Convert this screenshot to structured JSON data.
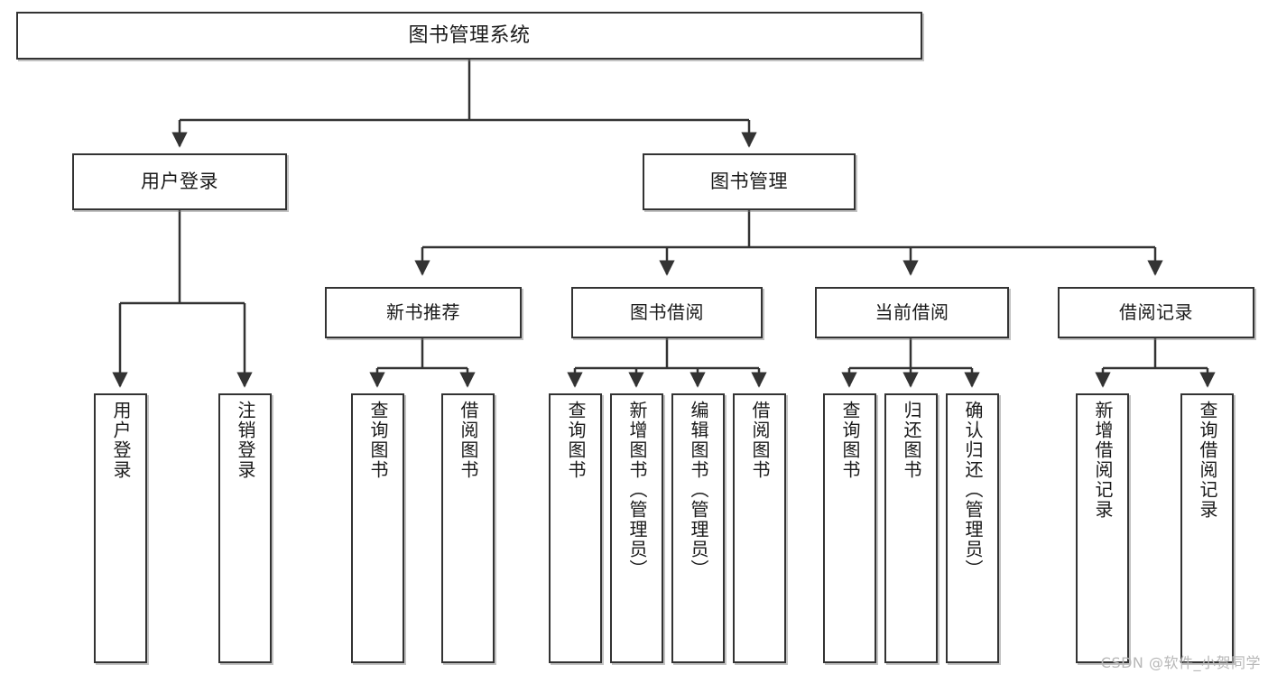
{
  "diagram": {
    "type": "tree-hierarchy",
    "title": "图书管理系统",
    "watermark": "CSDN @软件_小贺同学",
    "colors": {
      "box_border": "#333333",
      "box_fill": "#ffffff",
      "connector": "#333333",
      "text": "#1a1a1a",
      "watermark": "#b7b7b7"
    },
    "nodes": {
      "root": {
        "label": "图书管理系统"
      },
      "level1": [
        {
          "label": "用户登录"
        },
        {
          "label": "图书管理"
        }
      ],
      "level2": [
        {
          "label": "新书推荐"
        },
        {
          "label": "图书借阅"
        },
        {
          "label": "当前借阅"
        },
        {
          "label": "借阅记录"
        }
      ],
      "leaves": {
        "user_login": [
          {
            "label": "用户登录"
          },
          {
            "label": "注销登录"
          }
        ],
        "new_book_recommend": [
          {
            "label": "查询图书"
          },
          {
            "label": "借阅图书"
          }
        ],
        "book_borrow": [
          {
            "label": "查询图书"
          },
          {
            "label": "新增图书（管理员）"
          },
          {
            "label": "编辑图书（管理员）"
          },
          {
            "label": "借阅图书"
          }
        ],
        "current_borrow": [
          {
            "label": "查询图书"
          },
          {
            "label": "归还图书"
          },
          {
            "label": "确认归还（管理员）"
          }
        ],
        "borrow_record": [
          {
            "label": "新增借阅记录"
          },
          {
            "label": "查询借阅记录"
          }
        ]
      }
    }
  }
}
